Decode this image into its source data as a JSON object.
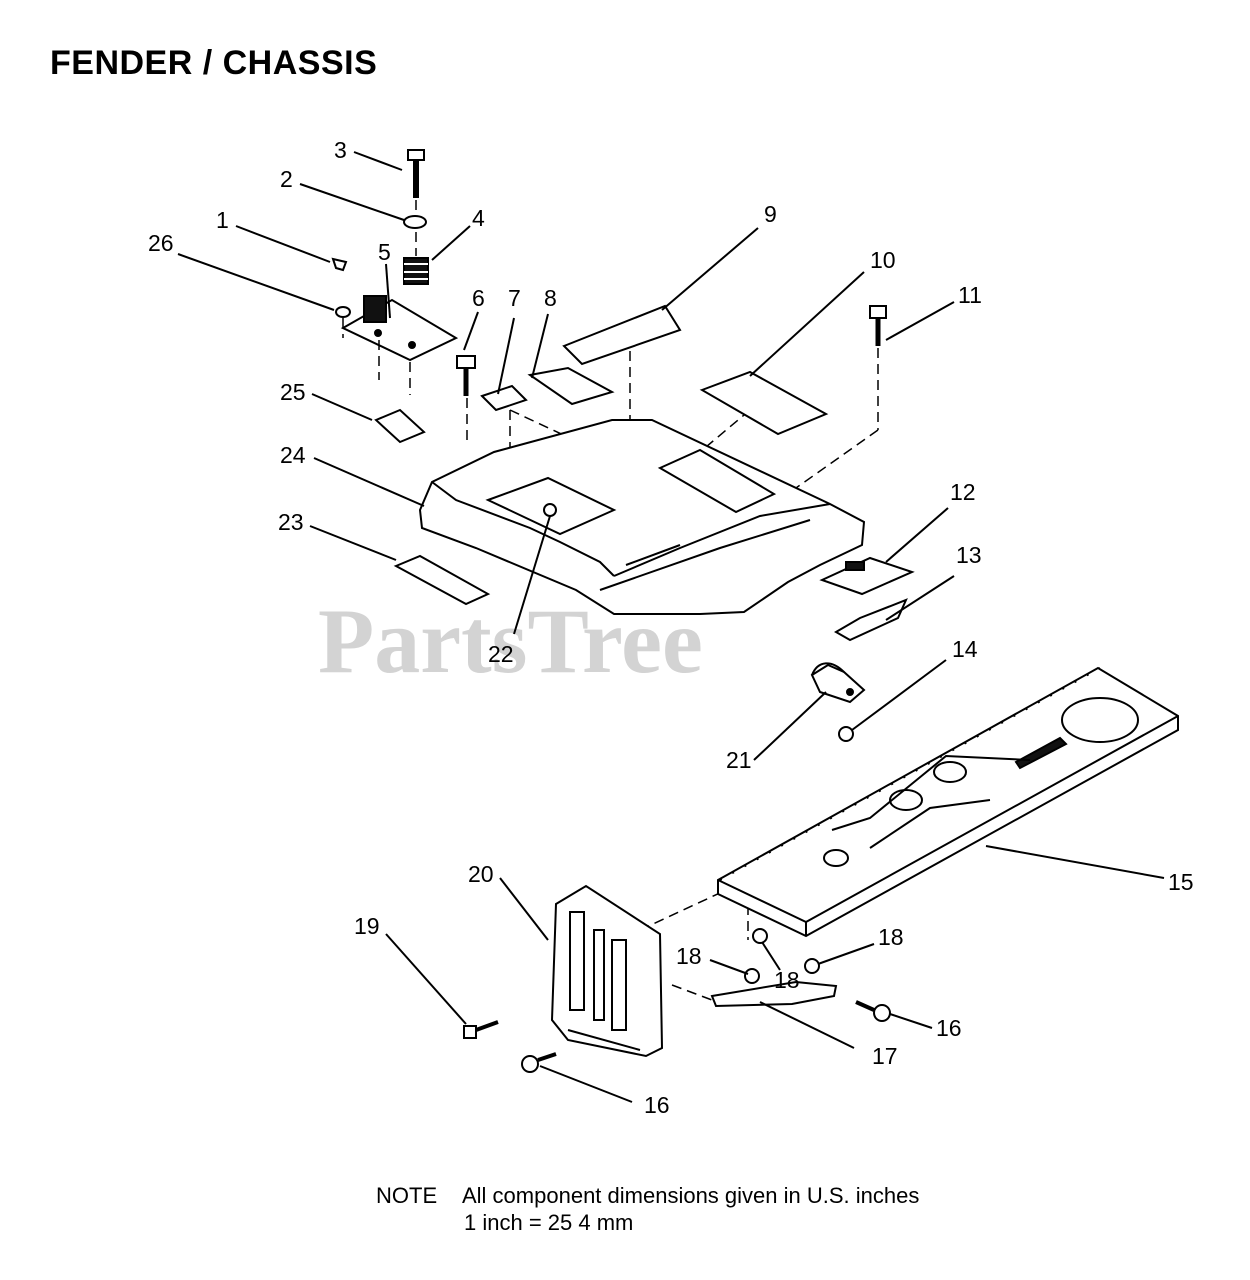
{
  "title": "FENDER / CHASSIS",
  "watermark": "PartsTree",
  "note": {
    "label": "NOTE",
    "line1": "All component dimensions given in U.S. inches",
    "line2": "1 inch = 25 4 mm"
  },
  "callouts": [
    "1",
    "2",
    "3",
    "4",
    "5",
    "6",
    "7",
    "8",
    "9",
    "10",
    "11",
    "12",
    "13",
    "14",
    "15",
    "16",
    "16",
    "17",
    "18",
    "18",
    "18",
    "19",
    "20",
    "21",
    "22",
    "23",
    "24",
    "25",
    "26"
  ]
}
